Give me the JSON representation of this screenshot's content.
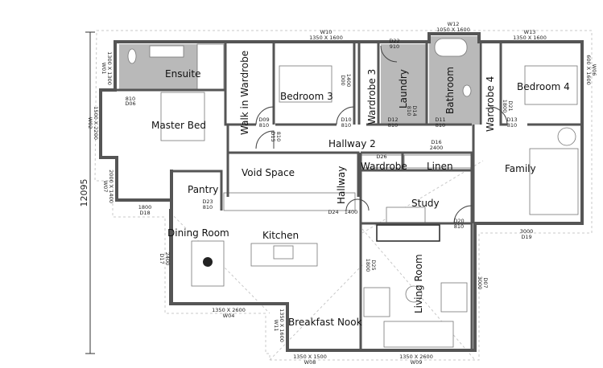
{
  "overall_dimension": "12095",
  "rooms": {
    "ensuite": "Ensuite",
    "master_bed": "Master Bed",
    "walk_in_wardrobe": "Walk in Wardrobe",
    "bedroom3": "Bedroom 3",
    "wardrobe3": "Wardrobe 3",
    "laundry": "Laundry",
    "bathroom": "Bathroom",
    "wardrobe4": "Wardrobe 4",
    "bedroom4": "Bedroom 4",
    "hallway2": "Hallway 2",
    "void_space": "Void Space",
    "hallway": "Hallway",
    "wardrobe": "Wardrobe",
    "linen": "Linen",
    "family": "Family",
    "study": "Study",
    "pantry": "Pantry",
    "dining_room": "Dining Room",
    "kitchen": "Kitchen",
    "living_room": "Living Room",
    "breakfast_nook": "Breakfast Nook"
  },
  "windows": {
    "w10": [
      "W10",
      "1350 X 1600"
    ],
    "w12": [
      "W12",
      "1050 X 1600"
    ],
    "w13": [
      "W13",
      "1350 X 1600"
    ],
    "w01": [
      "W01",
      "1300 X 1300"
    ],
    "w02": [
      "W02",
      "1500 X 2200"
    ],
    "w07": [
      "W07",
      "2000 X 1400"
    ],
    "w06": [
      "W06",
      "600 X 1600"
    ],
    "w04": [
      "W04",
      "1350 X 2600"
    ],
    "w11": [
      "W11",
      "1350 X 1600"
    ],
    "w08": [
      "W08",
      "1350 X 1500"
    ],
    "w09": [
      "W09",
      "1350 X 2600"
    ]
  },
  "doors": {
    "d06": [
      "D06",
      "810"
    ],
    "d09": [
      "D09",
      "810"
    ],
    "d15": [
      "D15",
      "810"
    ],
    "d10": [
      "D10",
      "810"
    ],
    "d22": [
      "D22",
      "910"
    ],
    "d00": [
      "D00",
      "1400"
    ],
    "d14": [
      "D14",
      "810"
    ],
    "d12": [
      "D12",
      "810"
    ],
    "d11": [
      "D11",
      "810"
    ],
    "d21": [
      "D21",
      "1800"
    ],
    "d13": [
      "D13",
      "810"
    ],
    "d16": [
      "D16",
      "2400"
    ],
    "d26": [
      "D26",
      ""
    ],
    "d23": [
      "D23",
      "810"
    ],
    "d24": [
      "D24",
      "1400"
    ],
    "d18": [
      "D18",
      "1800"
    ],
    "d17": [
      "D17",
      "2400"
    ],
    "d20": [
      "D20",
      "810"
    ],
    "d19": [
      "D19",
      "3000"
    ],
    "d25": [
      "D25",
      "1800"
    ],
    "d07": [
      "D07",
      "3000"
    ]
  }
}
